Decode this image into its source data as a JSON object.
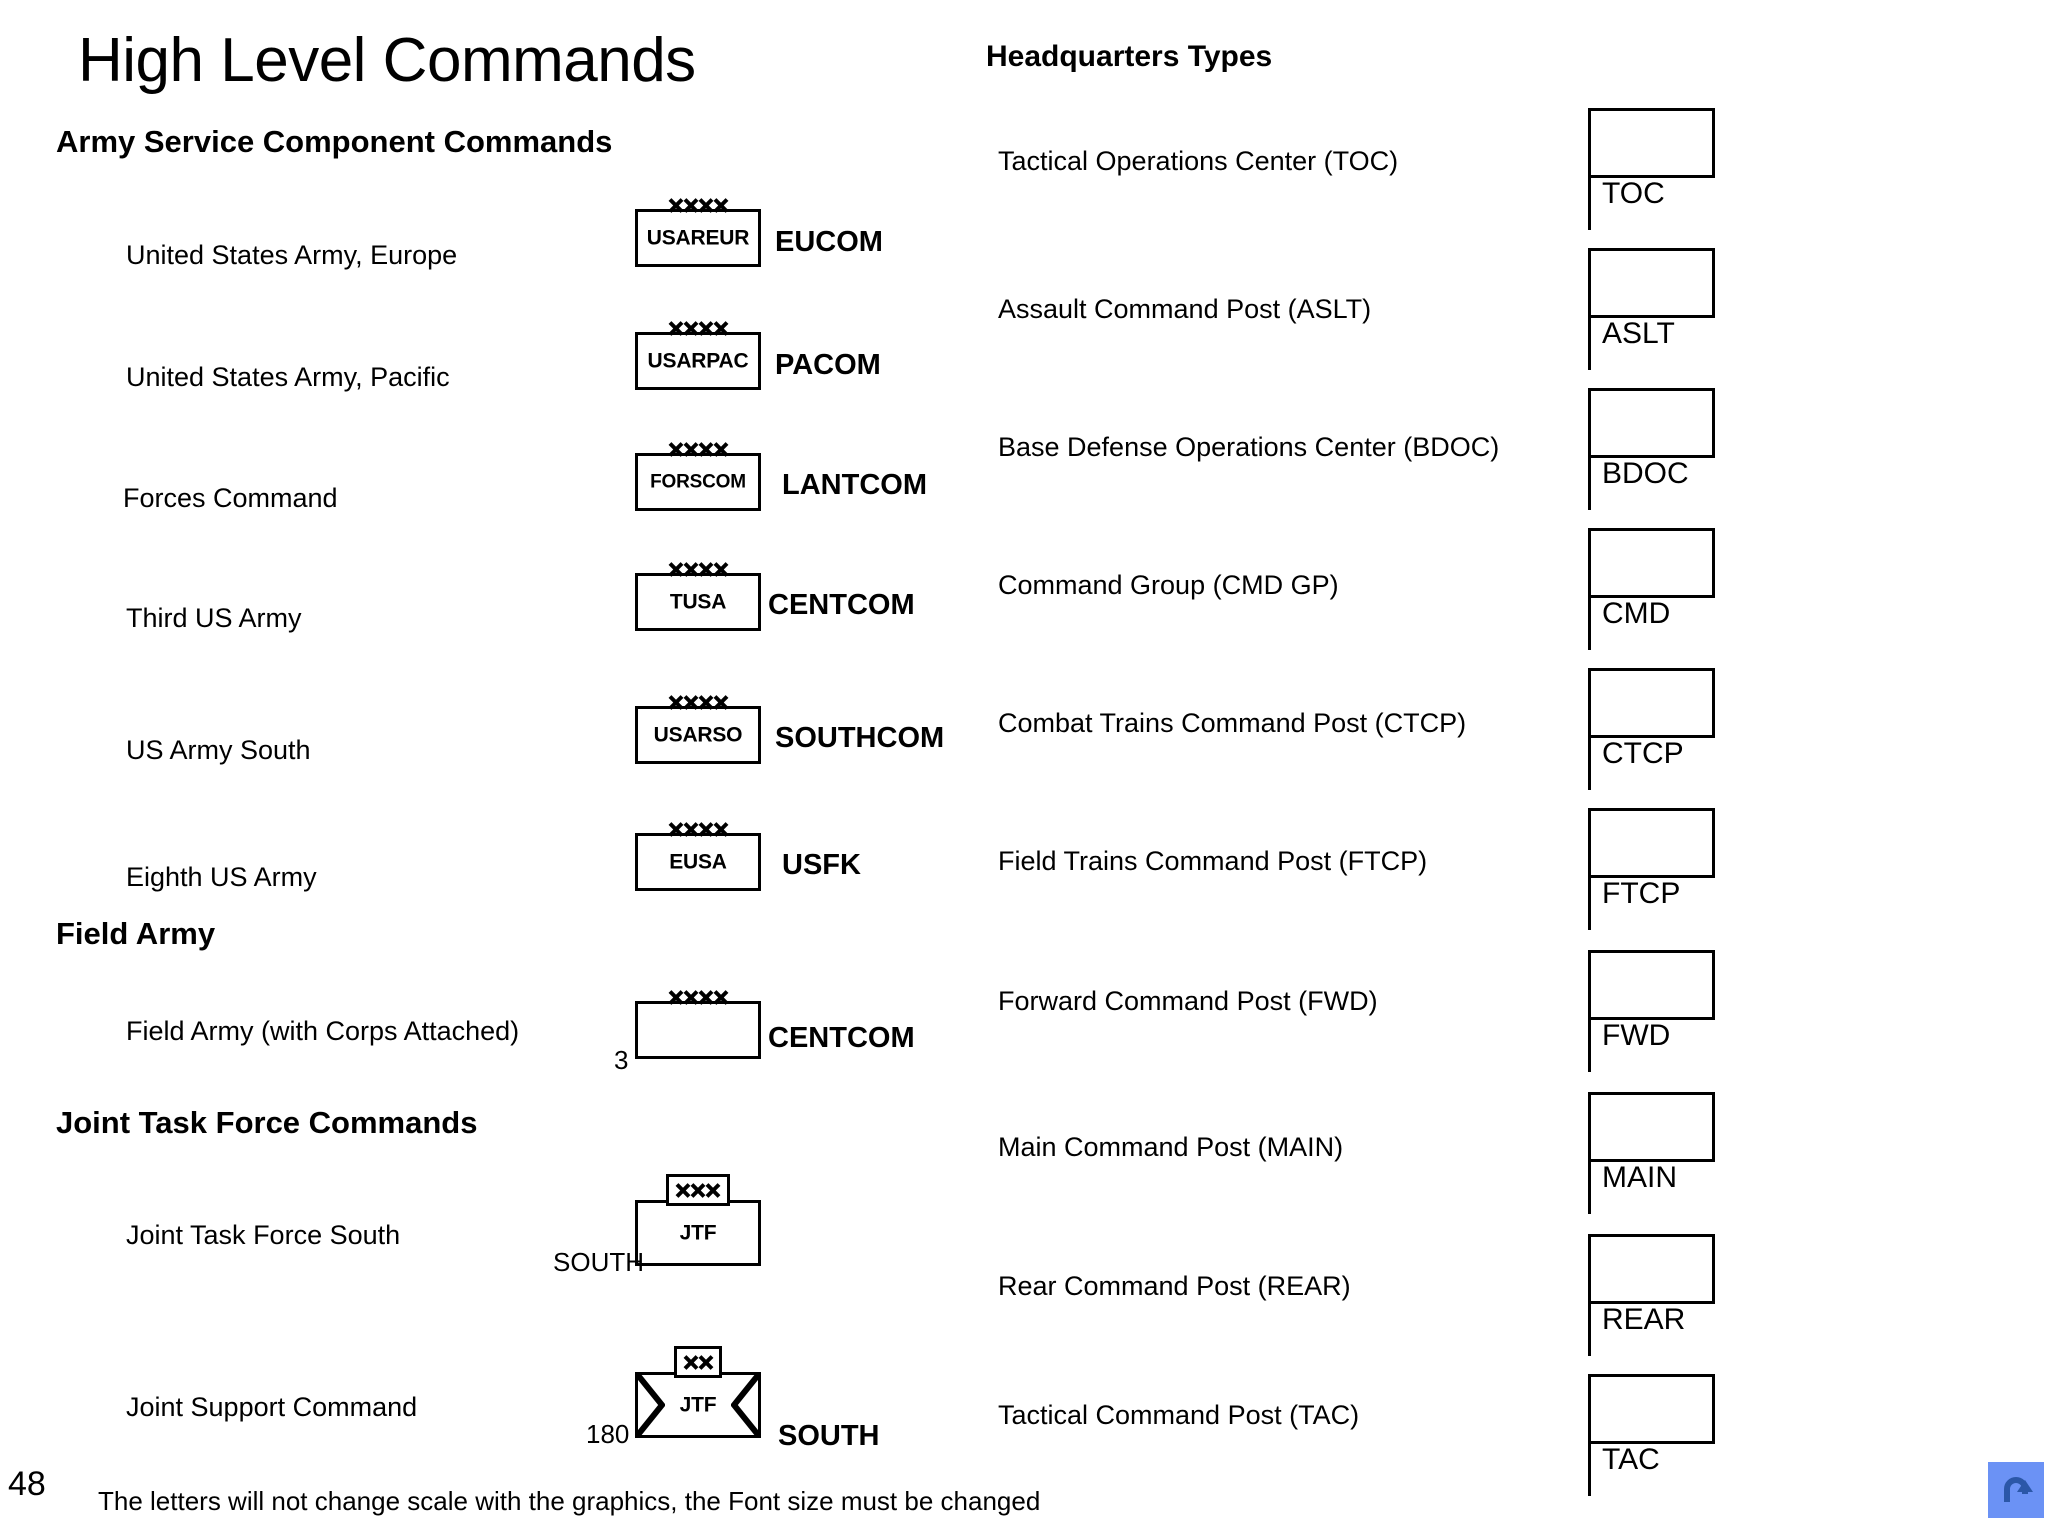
{
  "slide": {
    "title": "High Level Commands",
    "page_number": "48",
    "footer_note": "The letters will not change scale with the graphics, the Font size must be changed",
    "return_icon": "u-turn-arrow-icon",
    "return_icon_bg": "#6b92f5",
    "return_icon_fg": "#2b57a8",
    "stroke_color": "#000000",
    "background": "#ffffff"
  },
  "left_column": {
    "sections": [
      {
        "heading": "Army Service Component Commands",
        "rows": [
          {
            "label": "United States Army, Europe",
            "symbol_text": "USAREUR",
            "echelon": "XXXX",
            "command": "EUCOM"
          },
          {
            "label": "United States Army, Pacific",
            "symbol_text": "USARPAC",
            "echelon": "XXXX",
            "command": "PACOM"
          },
          {
            "label": "Forces Command",
            "symbol_text": "FORSCOM",
            "echelon": "XXXX",
            "command": "LANTCOM"
          },
          {
            "label": "Third US Army",
            "symbol_text": "TUSA",
            "echelon": "XXXX",
            "command": "CENTCOM"
          },
          {
            "label": "US Army South",
            "symbol_text": "USARSO",
            "echelon": "XXXX",
            "command": "SOUTHCOM"
          },
          {
            "label": "Eighth US Army",
            "symbol_text": "EUSA",
            "echelon": "XXXX",
            "command": "USFK"
          }
        ]
      },
      {
        "heading": "Field Army",
        "rows": [
          {
            "label": "Field Army (with Corps Attached)",
            "symbol_text": "",
            "echelon": "XXXX",
            "designator": "3",
            "command": "CENTCOM"
          }
        ]
      },
      {
        "heading": "Joint Task Force Commands",
        "rows": [
          {
            "label": "Joint Task Force South",
            "symbol_text": "JTF",
            "echelon": "XXX",
            "designator": "SOUTH",
            "command": ""
          },
          {
            "label": "Joint Support Command",
            "symbol_text": "JTF",
            "echelon": "XX",
            "designator": "180",
            "command": "SOUTH"
          }
        ]
      }
    ]
  },
  "right_column": {
    "heading": "Headquarters Types",
    "items": [
      {
        "label": "Tactical Operations Center (TOC)",
        "abbr": "TOC"
      },
      {
        "label": "Assault Command Post (ASLT)",
        "abbr": "ASLT"
      },
      {
        "label": "Base Defense Operations Center (BDOC)",
        "abbr": "BDOC"
      },
      {
        "label": "Command Group  (CMD GP)",
        "abbr": "CMD"
      },
      {
        "label": "Combat Trains Command Post (CTCP)",
        "abbr": "CTCP"
      },
      {
        "label": "Field Trains Command Post (FTCP)",
        "abbr": "FTCP"
      },
      {
        "label": "Forward Command Post (FWD)",
        "abbr": "FWD"
      },
      {
        "label": "Main Command Post (MAIN)",
        "abbr": "MAIN"
      },
      {
        "label": "Rear Command Post (REAR)",
        "abbr": "REAR"
      },
      {
        "label": "Tactical Command Post (TAC)",
        "abbr": "TAC"
      }
    ]
  }
}
